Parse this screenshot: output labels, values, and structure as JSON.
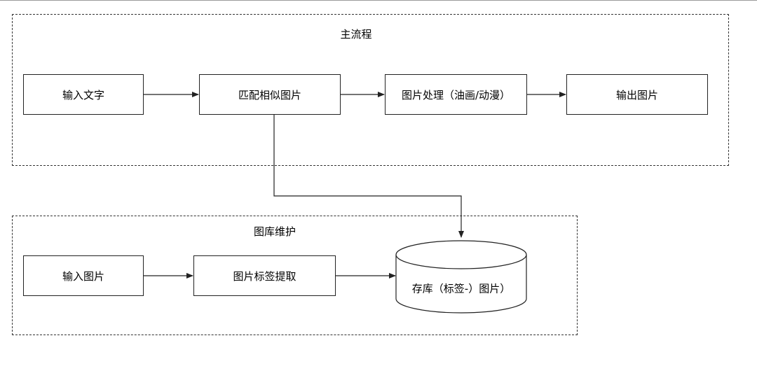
{
  "groups": {
    "main_flow": {
      "title": "主流程"
    },
    "library": {
      "title": "图库维护"
    }
  },
  "nodes": {
    "input_text": "输入文字",
    "match_images": "匹配相似图片",
    "process_image": "图片处理（油画/动漫）",
    "output_image": "输出图片",
    "input_image": "输入图片",
    "extract_tags": "图片标签提取",
    "store_db": "存库（标签-）图片）"
  },
  "colors": {
    "stroke": "#222222",
    "group_border": "#333333",
    "background": "#ffffff"
  }
}
